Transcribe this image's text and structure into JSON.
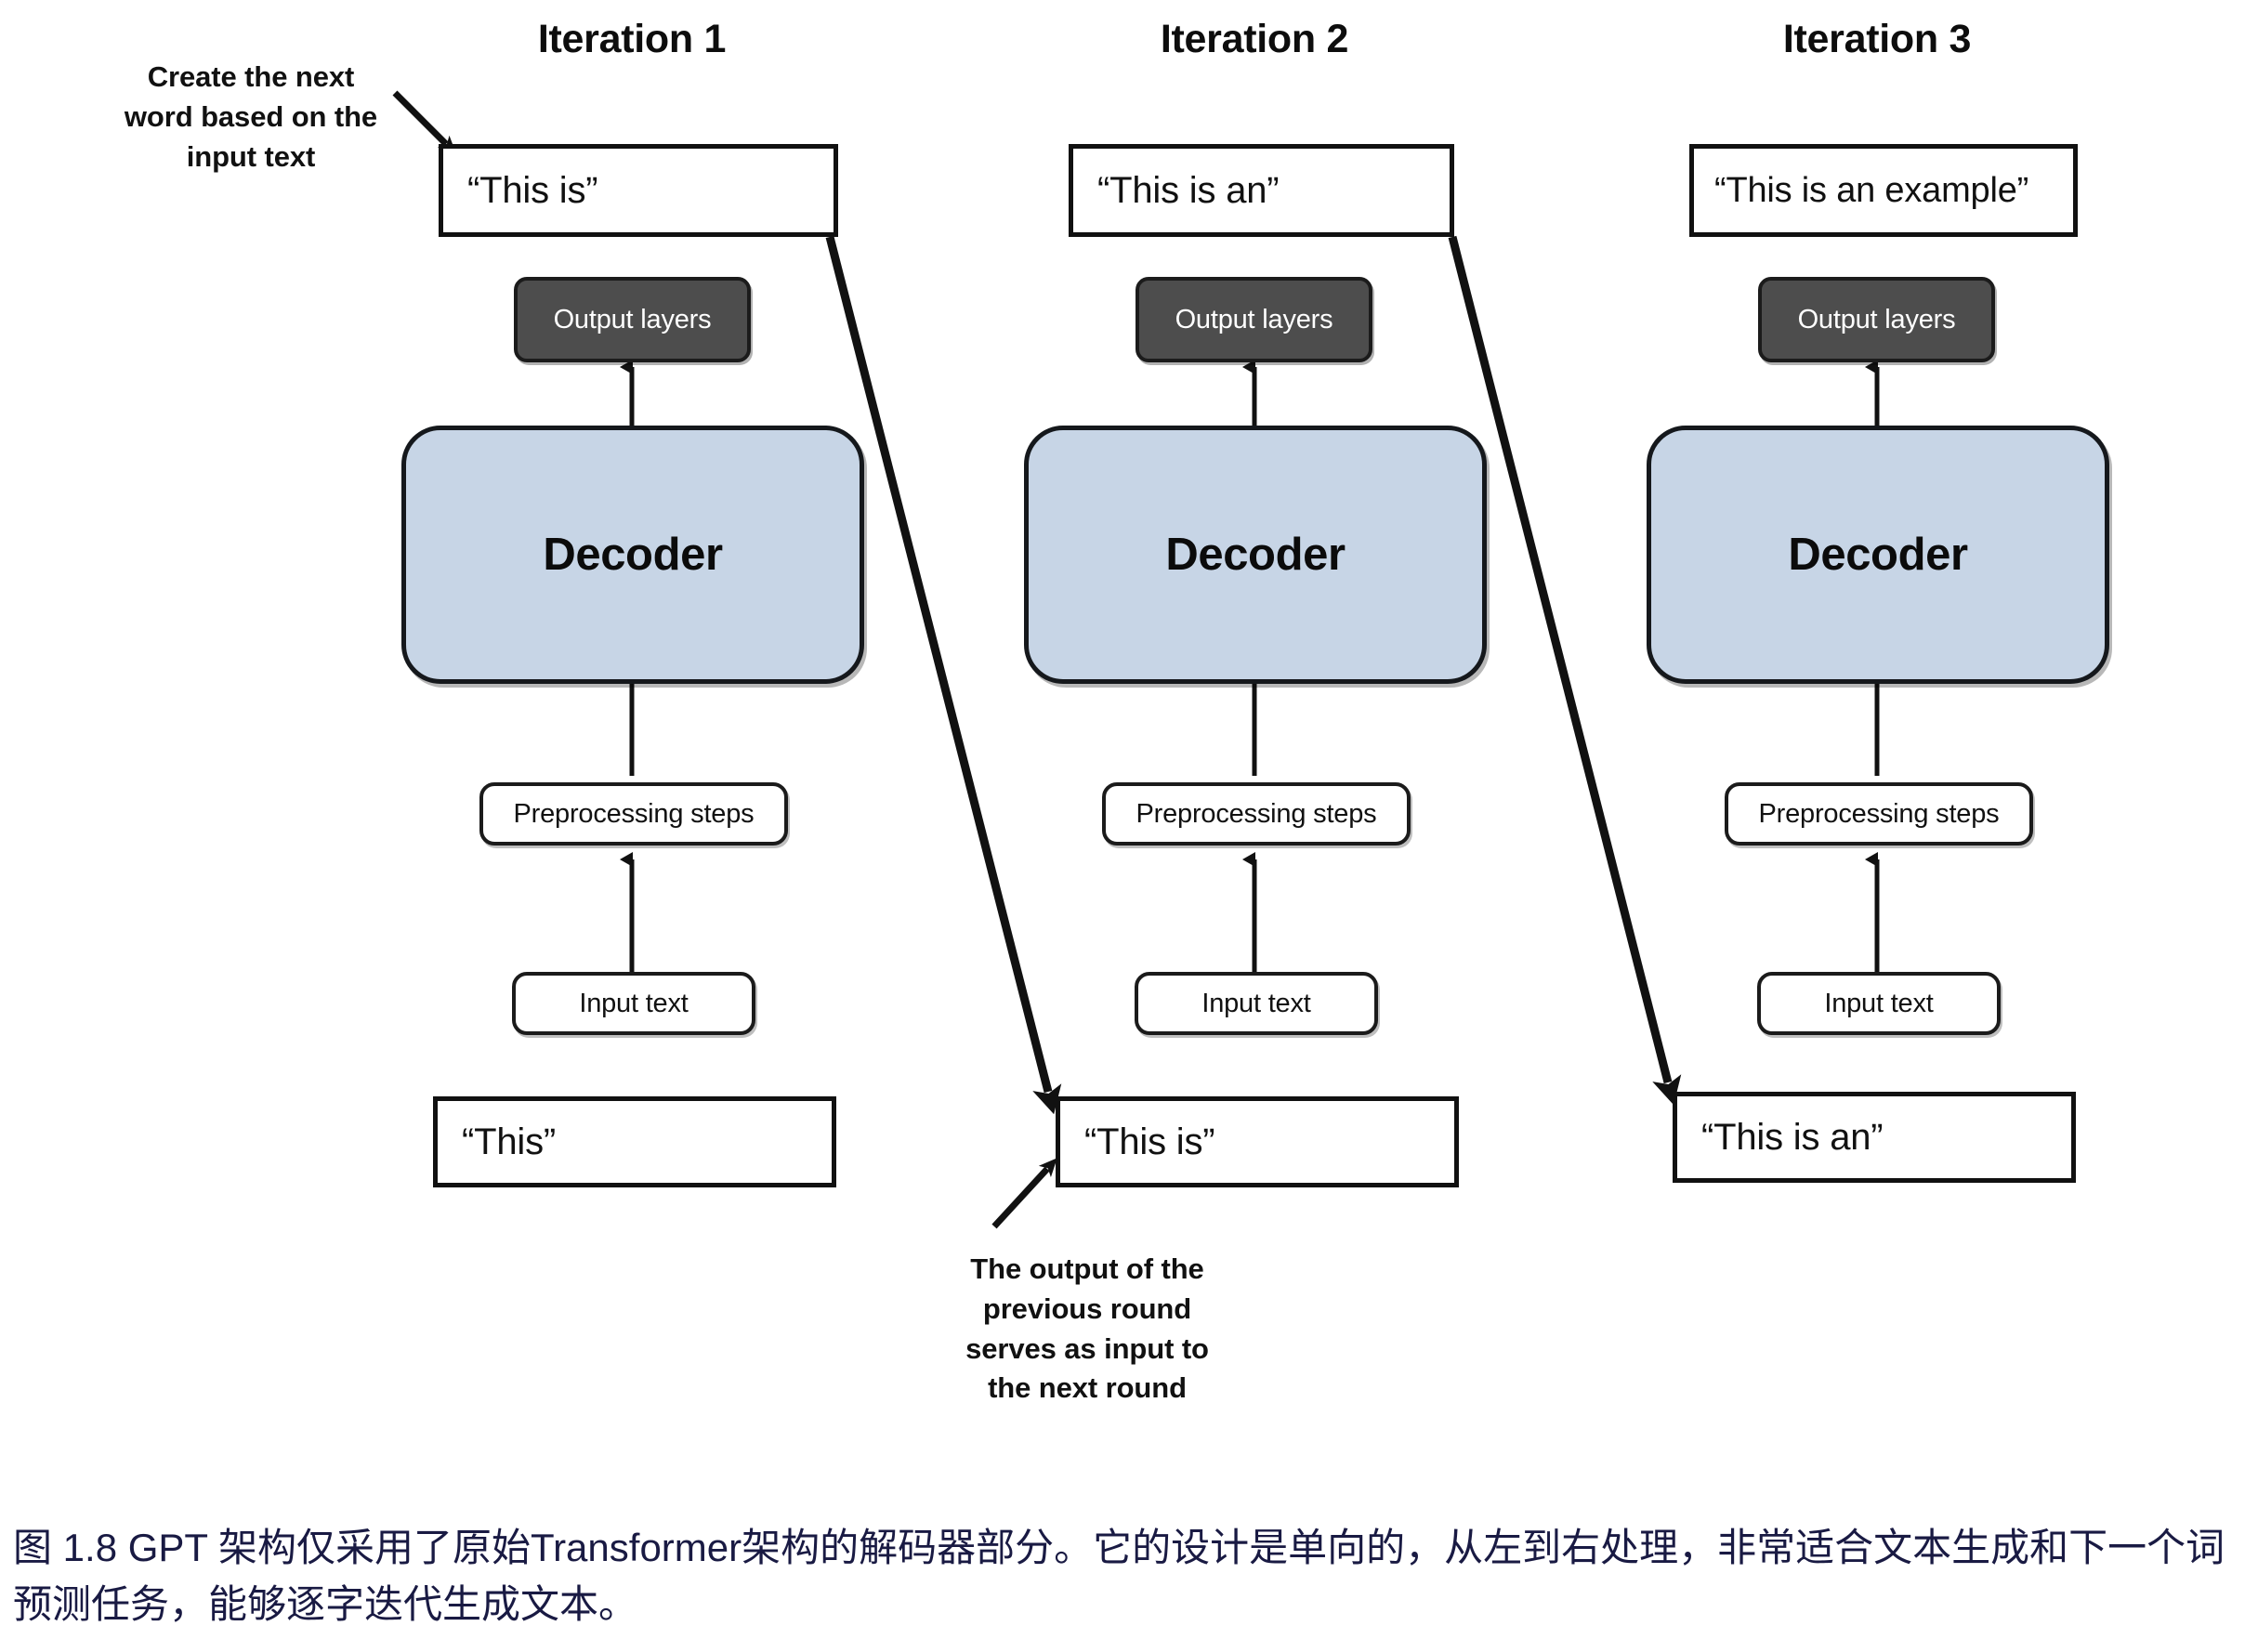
{
  "figure": {
    "columns": [
      {
        "title": "Iteration 1",
        "output_text": "“This is”",
        "output_layers_label": "Output layers",
        "decoder_label": "Decoder",
        "preprocessing_label": "Preprocessing steps",
        "input_label": "Input text",
        "input_text": "“This”"
      },
      {
        "title": "Iteration 2",
        "output_text": "“This is an”",
        "output_layers_label": "Output layers",
        "decoder_label": "Decoder",
        "preprocessing_label": "Preprocessing steps",
        "input_label": "Input text",
        "input_text": "“This is”"
      },
      {
        "title": "Iteration 3",
        "output_text": "“This is an example”",
        "output_layers_label": "Output layers",
        "decoder_label": "Decoder",
        "preprocessing_label": "Preprocessing steps",
        "input_label": "Input text",
        "input_text": "“This is an”"
      }
    ],
    "annotations": {
      "top_left": "Create the next\nword based on the\ninput text",
      "bottom_center": "The output of the\nprevious round\nserves as input to\nthe next round"
    },
    "caption": "图 1.8  GPT 架构仅采用了原始Transformer架构的解码器部分。它的设计是单向的，从左到右处理，非常适合文本生成和下一个词预测任务，能够逐字迭代生成文本。",
    "colors": {
      "decoder_fill": "#c7d5e6",
      "output_layers_fill": "#4d4d4d",
      "stroke": "#111111",
      "caption_text": "#191a43",
      "background": "#ffffff"
    }
  }
}
